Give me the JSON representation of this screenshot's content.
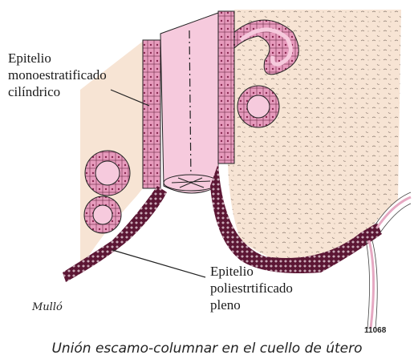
{
  "labels": {
    "cylindrical": "Epitelio\nmonoestratificado\ncilíndrico",
    "stratified": "Epitelio\npoliestrtificado\npleno"
  },
  "signature": "Mulló",
  "figure_code": "11068",
  "caption": "Unión escamo-columnar en el cuello de útero",
  "colors": {
    "stroma": "#f7e4d4",
    "columnar_cell": "#e8a4c0",
    "canal": "#f6cadd",
    "stratified_band": "#5c1634",
    "outline": "#222222"
  }
}
